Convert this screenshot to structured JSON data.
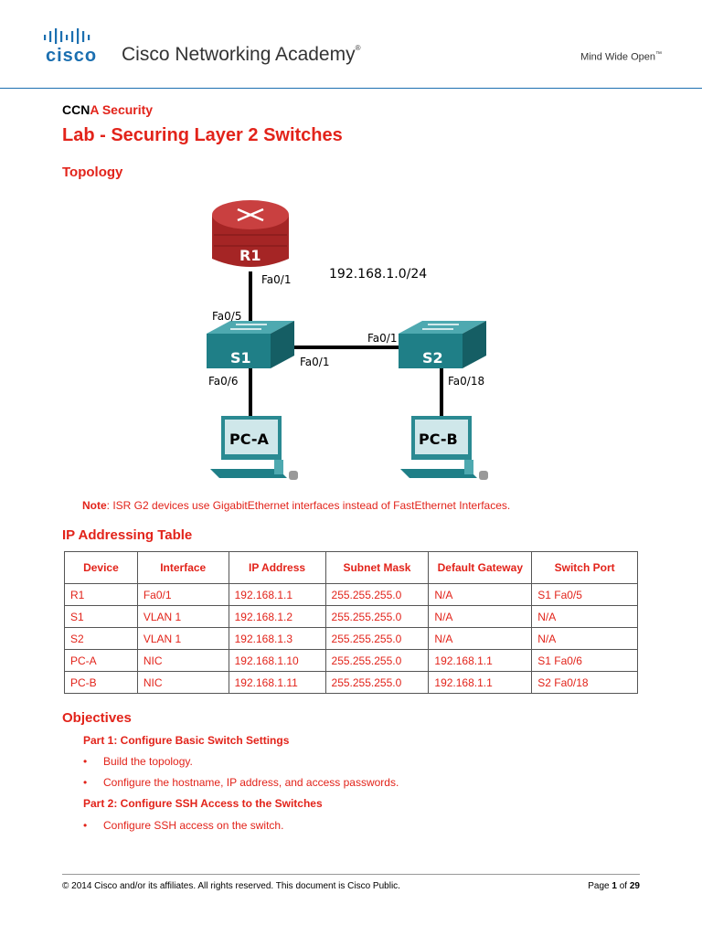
{
  "header": {
    "logo": "cisco",
    "academy": "Cisco Networking Academy",
    "academy_mark": "®",
    "tagline": "Mind Wide Open",
    "tagline_mark": "™"
  },
  "course": {
    "pre": "CCN",
    "rest": "A Security"
  },
  "title": "Lab - Securing Layer 2 Switches",
  "topology": {
    "heading": "Topology",
    "network": "192.168.1.0/24",
    "devices": [
      "R1",
      "S1",
      "S2",
      "PC-A",
      "PC-B"
    ],
    "ports": {
      "r1_fa01": "Fa0/1",
      "s1_fa05": "Fa0/5",
      "s1_fa06": "Fa0/6",
      "s1_fa01": "Fa0/1",
      "s2_fa01": "Fa0/1",
      "s2_fa018": "Fa0/18"
    }
  },
  "note": {
    "label": "Note",
    "text": ": ISR G2 devices use GigabitEthernet interfaces instead of FastEthernet Interfaces."
  },
  "ip_table": {
    "heading": "IP Addressing Table",
    "columns": [
      "Device",
      "Interface",
      "IP Address",
      "Subnet Mask",
      "Default Gateway",
      "Switch Port"
    ],
    "rows": [
      [
        "R1",
        "Fa0/1",
        "192.168.1.1",
        "255.255.255.0",
        "N/A",
        "S1 Fa0/5"
      ],
      [
        "S1",
        "VLAN 1",
        "192.168.1.2",
        "255.255.255.0",
        "N/A",
        "N/A"
      ],
      [
        "S2",
        "VLAN 1",
        "192.168.1.3",
        "255.255.255.0",
        "N/A",
        "N/A"
      ],
      [
        "PC-A",
        "NIC",
        "192.168.1.10",
        "255.255.255.0",
        "192.168.1.1",
        "S1 Fa0/6"
      ],
      [
        "PC-B",
        "NIC",
        "192.168.1.11",
        "255.255.255.0",
        "192.168.1.1",
        "S2 Fa0/18"
      ]
    ]
  },
  "objectives": {
    "heading": "Objectives",
    "part1": "Part 1: Configure Basic Switch Settings",
    "part1_items": [
      "Build the topology.",
      "Configure the hostname, IP address, and access passwords."
    ],
    "part2": "Part 2: Configure SSH Access to the Switches",
    "part2_items": [
      "Configure SSH access on the switch."
    ],
    "bullet": "•"
  },
  "footer": {
    "copyright": "© 2014 Cisco and/or its affiliates. All rights reserved. This document is Cisco Public.",
    "page_label": "Page",
    "page": "1",
    "of_label": "of",
    "total": "29"
  },
  "colors": {
    "accent": "#e2231a",
    "cisco_blue": "#1b6fb0",
    "device_teal": "#2a8a92",
    "router_red": "#b22a2a"
  }
}
